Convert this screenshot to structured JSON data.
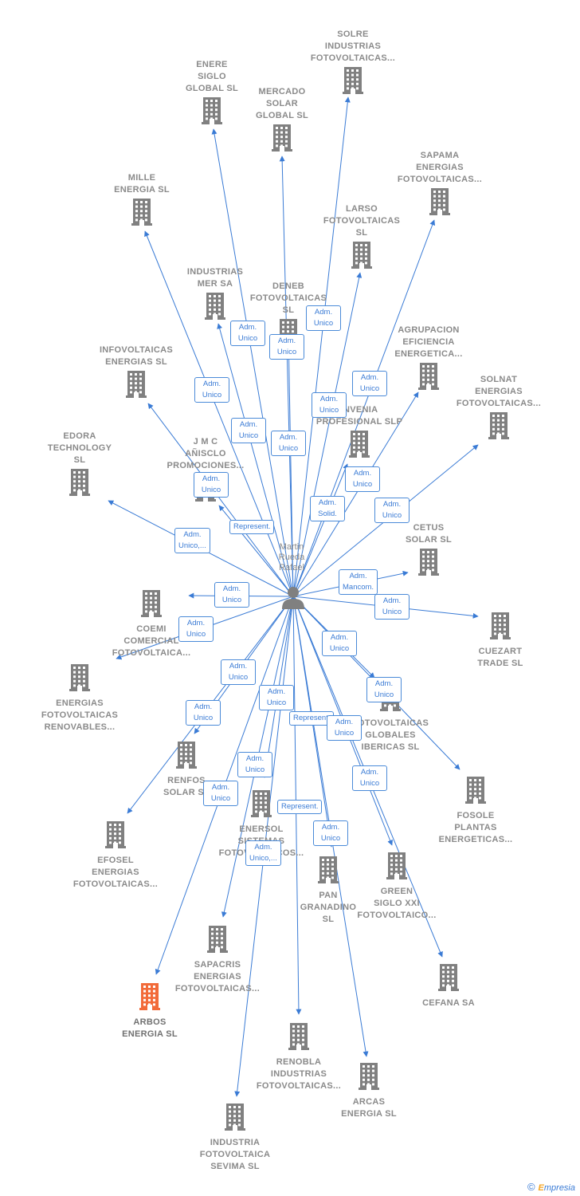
{
  "center": {
    "name": "Martin\nRueda\nRafael"
  },
  "nodes": [
    {
      "label": "SOLRE\nINDUSTRIAS\nFOTOVOLTAICAS..."
    },
    {
      "label": "ENERE\nSIGLO\nGLOBAL  SL"
    },
    {
      "label": "MERCADO\nSOLAR\nGLOBAL  SL"
    },
    {
      "label": "SAPAMA\nENERGIAS\nFOTOVOLTAICAS..."
    },
    {
      "label": "MILLE\nENERGIA  SL"
    },
    {
      "label": "LARSO\nFOTOVOLTAICAS\nSL"
    },
    {
      "label": "INDUSTRIAS\nMER SA"
    },
    {
      "label": "DENEB\nFOTOVOLTAICAS\nSL"
    },
    {
      "label": "AGRUPACION\nEFICIENCIA\nENERGETICA..."
    },
    {
      "label": "INFOVOLTAICAS\nENERGIAS  SL"
    },
    {
      "label": "SOLNAT\nENERGIAS\nFOTOVOLTAICAS..."
    },
    {
      "label": "INVENIA\nPROFESIONAL SLP"
    },
    {
      "label": "EDORA\nTECHNOLOGY\nSL"
    },
    {
      "label": "J M C\nAÑISCLO\nPROMOCIONES..."
    },
    {
      "label": "CETUS\nSOLAR SL"
    },
    {
      "label": "COEMI\nCOMERCIAL\nFOTOVOLTAICA..."
    },
    {
      "label": "CUEZART\nTRADE SL"
    },
    {
      "label": "ENERGIAS\nFOTOVOLTAICAS\nRENOVABLES..."
    },
    {
      "label": "FOTOVOLTAICAS\nGLOBALES\nIBERICAS  SL"
    },
    {
      "label": "RENFOS\nSOLAR  SL"
    },
    {
      "label": "FOSOLE\nPLANTAS\nENERGETICAS..."
    },
    {
      "label": "EFOSEL\nENERGIAS\nFOTOVOLTAICAS..."
    },
    {
      "label": "ENERSOL\nSISTEMAS\nFOTOVOLTAICOS..."
    },
    {
      "label": "PAN\nGRANADINO\nSL"
    },
    {
      "label": "GREEN\nSIGLO XXI\nFOTOVOLTAICO..."
    },
    {
      "label": "SAPACRIS\nENERGIAS\nFOTOVOLTAICAS..."
    },
    {
      "label": "CEFANA SA"
    },
    {
      "label": "ARBOS\nENERGIA  SL"
    },
    {
      "label": "RENOBLA\nINDUSTRIAS\nFOTOVOLTAICAS..."
    },
    {
      "label": "ARCAS\nENERGIA  SL"
    },
    {
      "label": "INDUSTRIA\nFOTOVOLTAICA\nSEVIMA  SL"
    }
  ],
  "badges": [
    {
      "text": "Adm.\nUnico"
    },
    {
      "text": "Adm.\nUnico"
    },
    {
      "text": "Adm.\nUnico"
    },
    {
      "text": "Adm.\nUnico"
    },
    {
      "text": "Adm.\nUnico"
    },
    {
      "text": "Adm.\nUnico"
    },
    {
      "text": "Adm.\nUnico"
    },
    {
      "text": "Adm.\nUnico"
    },
    {
      "text": "Adm.\nUnico"
    },
    {
      "text": "Adm.\nUnico"
    },
    {
      "text": "Adm.\nSolid."
    },
    {
      "text": "Adm.\nUnico"
    },
    {
      "text": "Adm.\nUnico,..."
    },
    {
      "text": "Represent."
    },
    {
      "text": "Adm.\nUnico"
    },
    {
      "text": "Adm.\nUnico"
    },
    {
      "text": "Adm.\nMancom."
    },
    {
      "text": "Adm.\nUnico"
    },
    {
      "text": "Adm.\nUnico"
    },
    {
      "text": "Adm.\nUnico"
    },
    {
      "text": "Adm.\nUnico"
    },
    {
      "text": "Adm.\nUnico"
    },
    {
      "text": "Adm.\nUnico"
    },
    {
      "text": "Represent."
    },
    {
      "text": "Adm.\nUnico"
    },
    {
      "text": "Adm.\nUnico"
    },
    {
      "text": "Adm.\nUnico"
    },
    {
      "text": "Represent."
    },
    {
      "text": "Adm.\nUnico"
    },
    {
      "text": "Adm.\nUnico,..."
    },
    {
      "text": "Adm.\nUnico"
    }
  ],
  "colors": {
    "edge": "#3a7bd5",
    "building": "#808080",
    "highlight": "#f26b3a",
    "text": "#8a8a8a"
  },
  "brand": {
    "copyright": "©",
    "name_first": "E",
    "name_rest": "mpresia"
  }
}
